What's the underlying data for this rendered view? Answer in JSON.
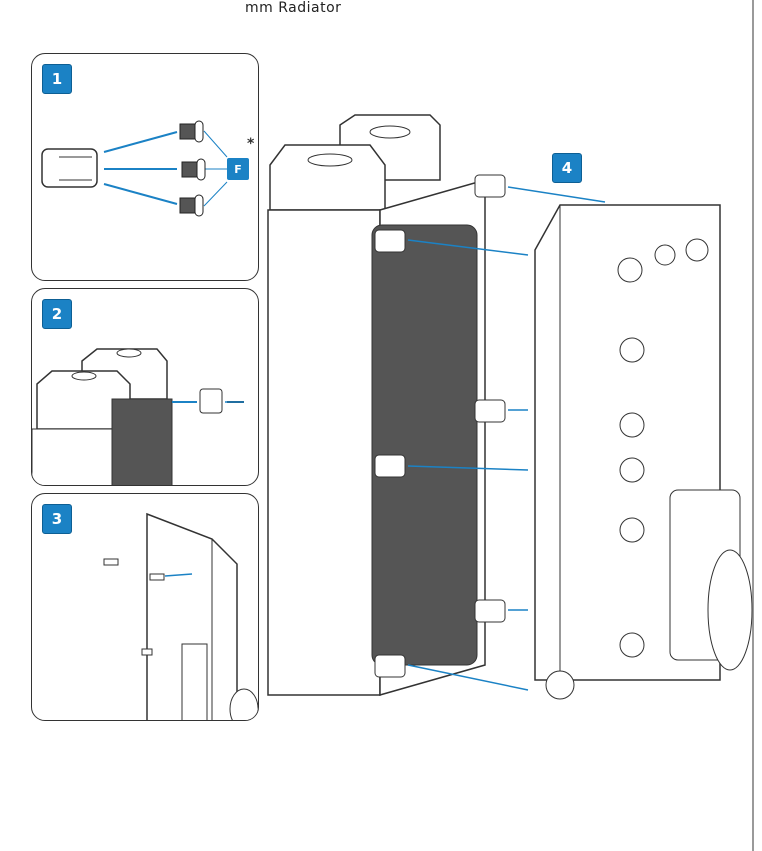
{
  "header": {
    "title": "mm Radiator"
  },
  "steps": [
    {
      "number": "1",
      "part_label": "F",
      "note_marker": "*"
    },
    {
      "number": "2"
    },
    {
      "number": "3"
    },
    {
      "number": "4"
    }
  ],
  "colors": {
    "accent": "#1b82c5",
    "outline": "#333333"
  }
}
